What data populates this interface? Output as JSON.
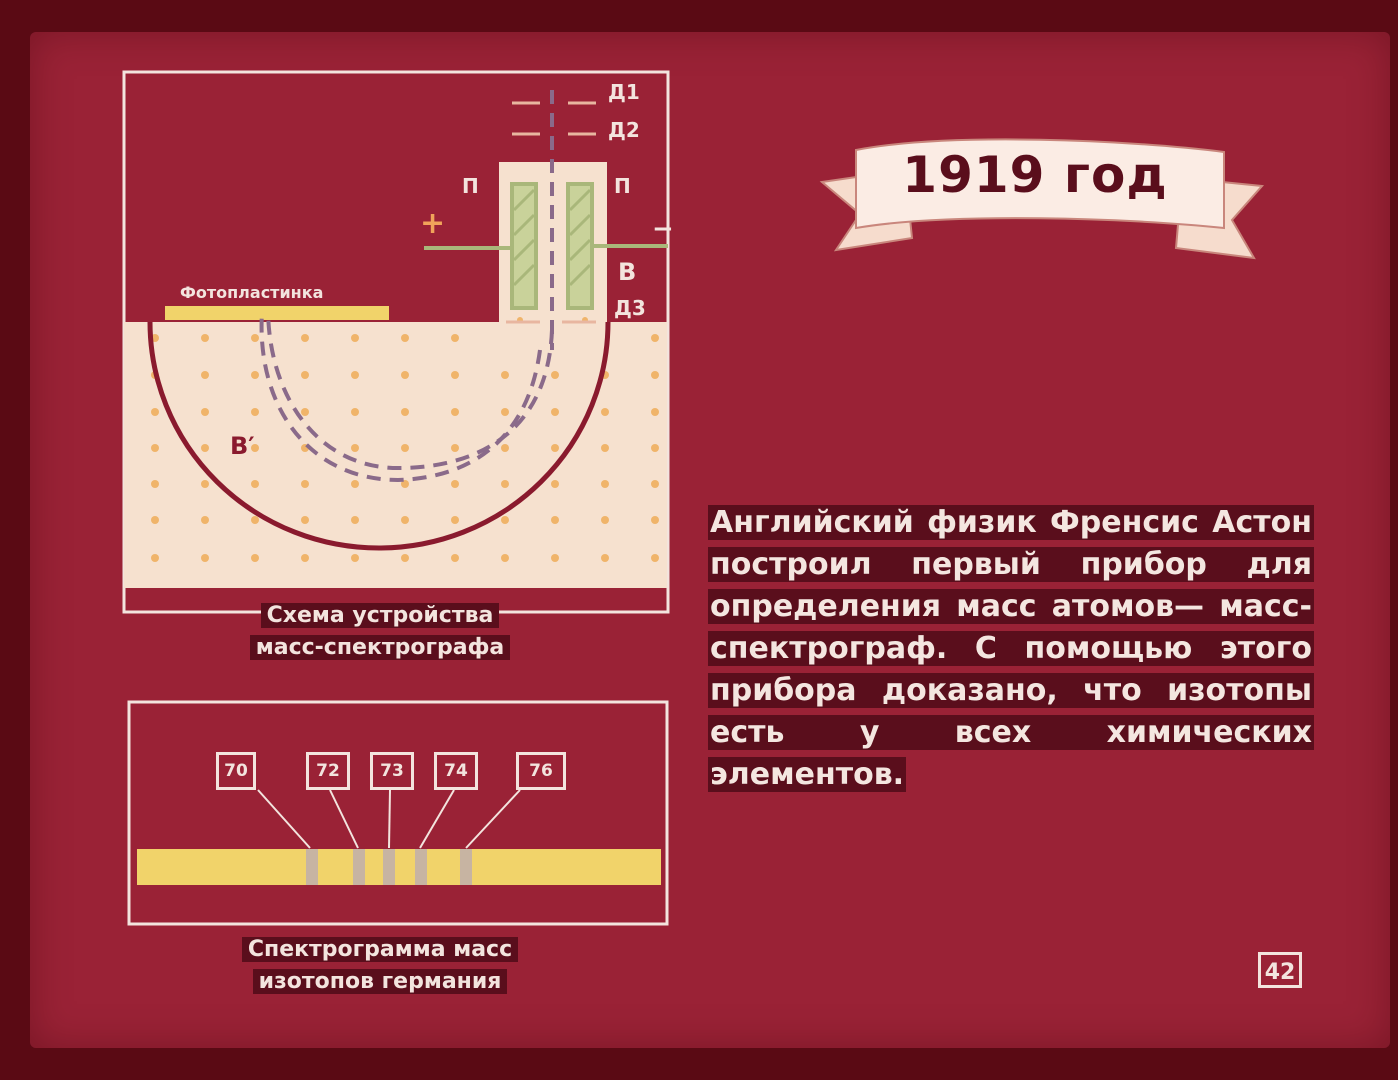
{
  "banner": {
    "title": "1919 год"
  },
  "diagram": {
    "plate_label": "Фотопластинка",
    "labels": {
      "d1": "Д1",
      "d2": "Д2",
      "d3": "Д3",
      "p_left": "П",
      "p_right": "П",
      "b": "В",
      "b_prime": "В′",
      "plus": "+",
      "minus": "−"
    },
    "caption_line1": "Схема устройства",
    "caption_line2": "масс-спектрографа"
  },
  "spectrogram": {
    "masses": [
      "70",
      "72",
      "73",
      "74",
      "76"
    ],
    "caption_line1": "Спектрограмма масс",
    "caption_line2": "изотопов германия"
  },
  "text": {
    "paragraph": "Английский физик Френсис Астон построил первый прибор для определения масс атомов— масс-спектрограф. С помощью этого прибора доказано, что изотопы есть у всех химиче­ских элементов."
  },
  "page": {
    "number": "42"
  },
  "colors": {
    "background": "#9a2236",
    "dark": "#5a0e1c",
    "cream": "#f6e1cf",
    "yellow": "#f1d36a",
    "green": "#a9b77a"
  }
}
